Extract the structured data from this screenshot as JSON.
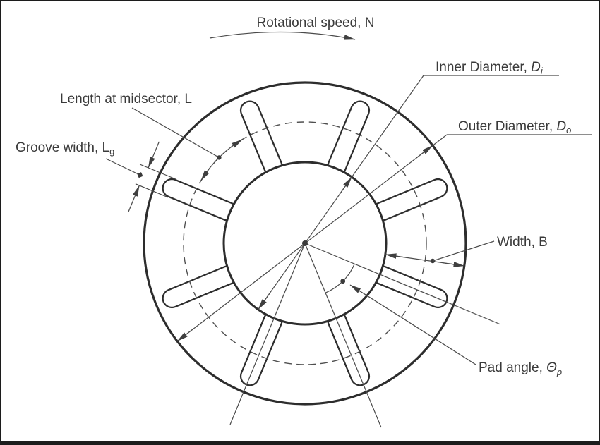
{
  "figure": {
    "groove_count": 8,
    "labels": {
      "rotational_speed": {
        "text": "Rotational speed, N"
      },
      "inner_diameter": {
        "text": "Inner Diameter, ",
        "symbol": "D",
        "sub": "i"
      },
      "outer_diameter": {
        "text": "Outer Diameter, ",
        "symbol": "D",
        "sub": "o"
      },
      "length_midsector": {
        "text": "Length at midsector, L"
      },
      "groove_width": {
        "text": "Groove width, L",
        "sub": "g"
      },
      "width": {
        "text": "Width, B"
      },
      "pad_angle": {
        "text": "Pad angle, ",
        "symbol": "Θ",
        "sub": "p"
      }
    },
    "colors": {
      "ink": "#3a3a3a",
      "thin_line": "#4a4a4a",
      "outline": "#2d2d2d",
      "background": "#ffffff"
    }
  }
}
